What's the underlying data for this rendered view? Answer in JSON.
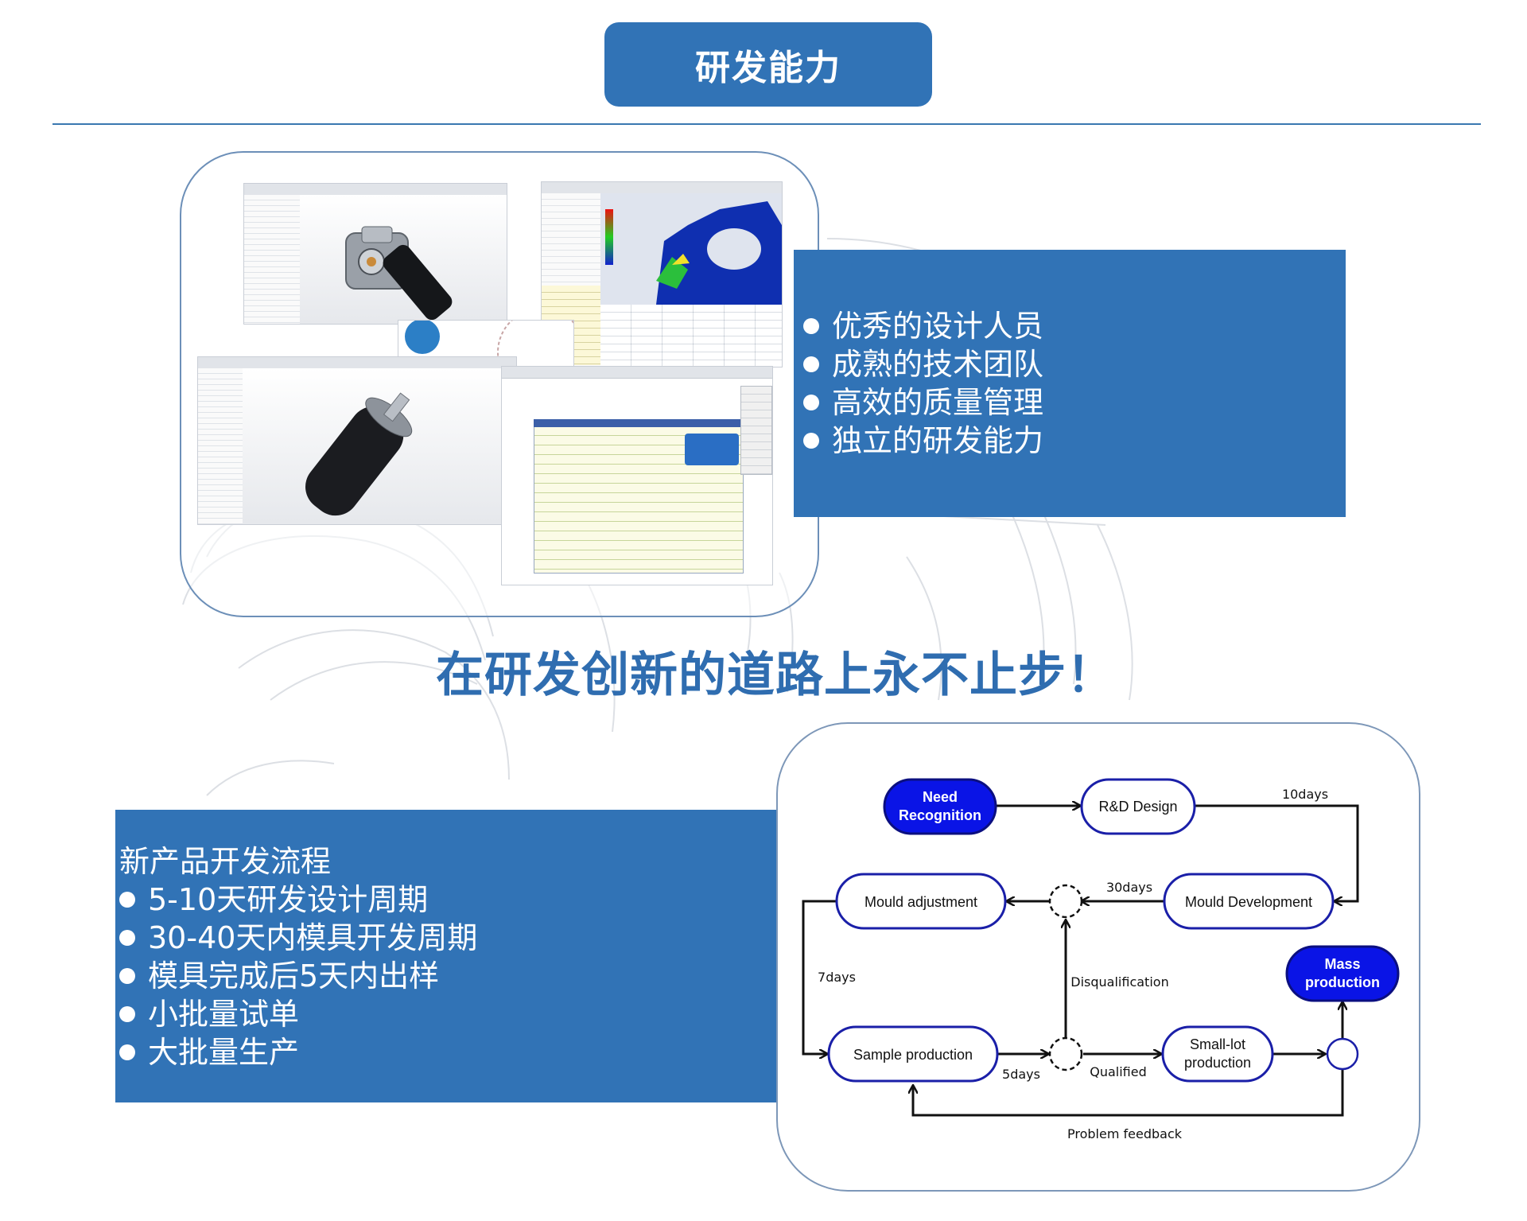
{
  "header": {
    "title": "研发能力"
  },
  "capabilities": [
    "优秀的设计人员",
    "成熟的技术团队",
    "高效的质量管理",
    "独立的研发能力"
  ],
  "slogan": "在研发创新的道路上永不止步！",
  "process": {
    "heading": "新产品开发流程",
    "items": [
      "5-10天研发设计周期",
      "30-40天内模具开发周期",
      "模具完成后5天内出样",
      "小批量试单",
      "大批量生产"
    ]
  },
  "flow": {
    "nodes": {
      "need": [
        "Need",
        "Recognition"
      ],
      "rd": "R&D Design",
      "mould_dev": "Mould Development",
      "mould_adj": "Mould adjustment",
      "sample": "Sample production",
      "smalllot": [
        "Small-lot",
        "production"
      ],
      "mass": [
        "Mass",
        "production"
      ]
    },
    "labels": {
      "d10": "10days",
      "d30": "30days",
      "d7": "7days",
      "d5": "5days",
      "disq": "Disqualification",
      "qual": "Qualified",
      "feedback": "Problem feedback"
    },
    "colors": {
      "highlight": "#0a14e6",
      "stroke": "#1a1fa8"
    }
  },
  "colors": {
    "accent": "#3173b6",
    "slogan": "#2f6db0"
  }
}
